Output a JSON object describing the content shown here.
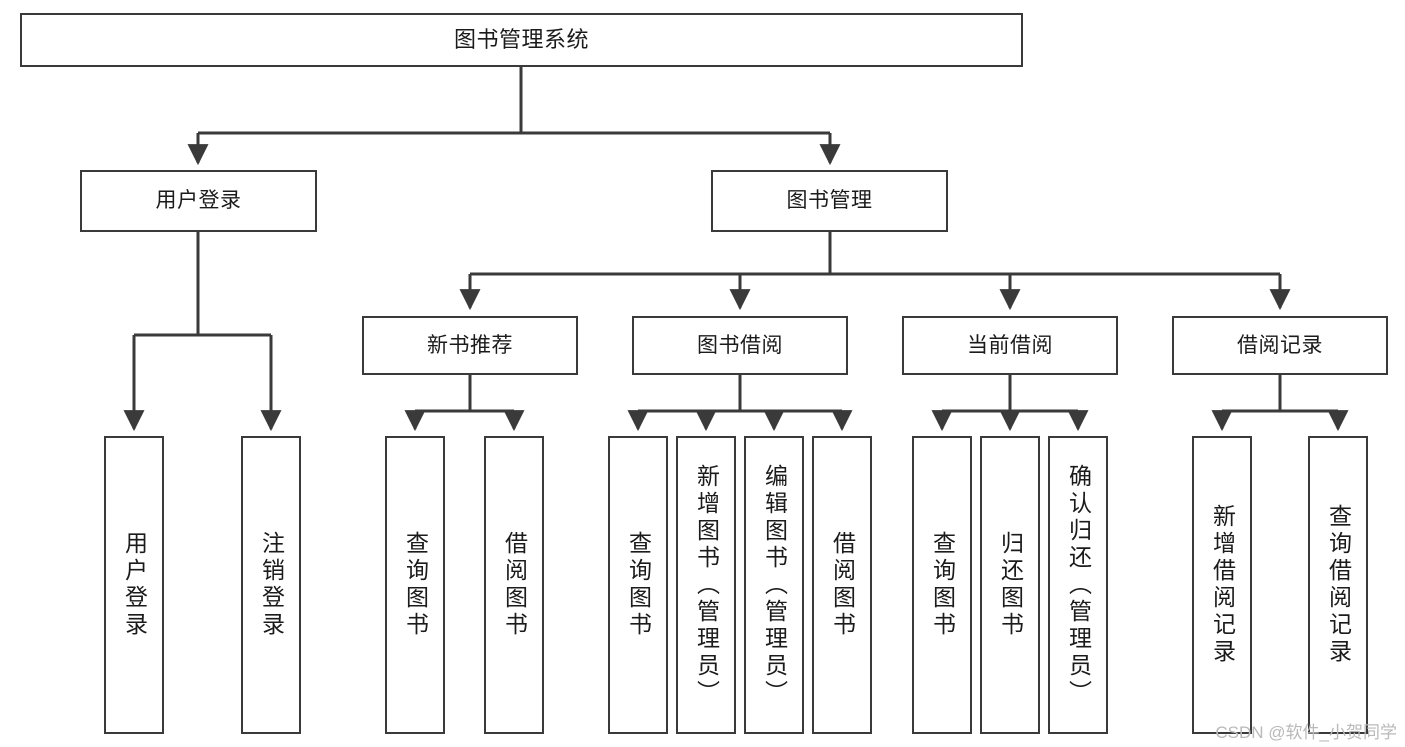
{
  "diagram": {
    "title": "图书管理系统",
    "type": "tree-hierarchy-chart",
    "theme": {
      "background": "#ffffff",
      "node_fill": "#ffffff",
      "node_stroke": "#3a3a3a",
      "edge_stroke": "#3a3a3a",
      "text_color": "#1b1b1b",
      "watermark_color": "#b9b9b9"
    },
    "nodes": {
      "root": {
        "label": "图书管理系统"
      },
      "level1": [
        {
          "id": "user-login",
          "label": "用户登录"
        },
        {
          "id": "book-management",
          "label": "图书管理"
        }
      ],
      "level2": [
        {
          "id": "new-book-recommend",
          "label": "新书推荐"
        },
        {
          "id": "book-borrow",
          "label": "图书借阅"
        },
        {
          "id": "current-borrow",
          "label": "当前借阅"
        },
        {
          "id": "borrow-record",
          "label": "借阅记录"
        }
      ],
      "leaves": [
        {
          "id": "leaf-user-login",
          "label": "用户登录",
          "parent": "user-login"
        },
        {
          "id": "leaf-logout",
          "label": "注销登录",
          "parent": "user-login"
        },
        {
          "id": "leaf-query-book-1",
          "label": "查询图书",
          "parent": "new-book-recommend"
        },
        {
          "id": "leaf-borrow-book-1",
          "label": "借阅图书",
          "parent": "new-book-recommend"
        },
        {
          "id": "leaf-query-book-2",
          "label": "查询图书",
          "parent": "book-borrow"
        },
        {
          "id": "leaf-add-book",
          "label": "新增图书（管理员）",
          "parent": "book-borrow"
        },
        {
          "id": "leaf-edit-book",
          "label": "编辑图书（管理员）",
          "parent": "book-borrow"
        },
        {
          "id": "leaf-borrow-book-2",
          "label": "借阅图书",
          "parent": "book-borrow"
        },
        {
          "id": "leaf-query-book-3",
          "label": "查询图书",
          "parent": "current-borrow"
        },
        {
          "id": "leaf-return-book",
          "label": "归还图书",
          "parent": "current-borrow"
        },
        {
          "id": "leaf-confirm-return",
          "label": "确认归还（管理员）",
          "parent": "current-borrow"
        },
        {
          "id": "leaf-add-record",
          "label": "新增借阅记录",
          "parent": "borrow-record"
        },
        {
          "id": "leaf-query-record",
          "label": "查询借阅记录",
          "parent": "borrow-record"
        }
      ]
    },
    "watermark": "CSDN @软件_小贺同学"
  }
}
